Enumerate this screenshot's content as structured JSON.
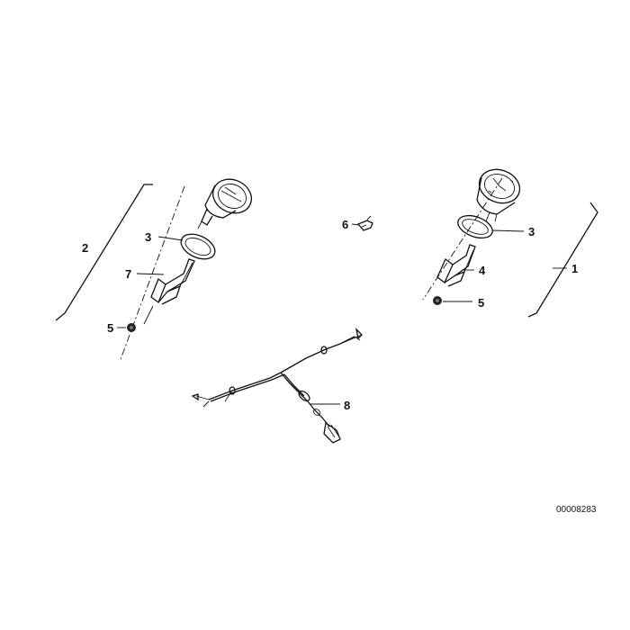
{
  "callouts": {
    "left_bracket": "2",
    "left_ring": "3",
    "left_bracket_part": "7",
    "left_nut": "5",
    "clip": "6",
    "right_ring": "3",
    "right_bracket_part": "4",
    "right_nut": "5",
    "right_bracket": "1",
    "harness": "8"
  },
  "diagram_number": "00008283"
}
